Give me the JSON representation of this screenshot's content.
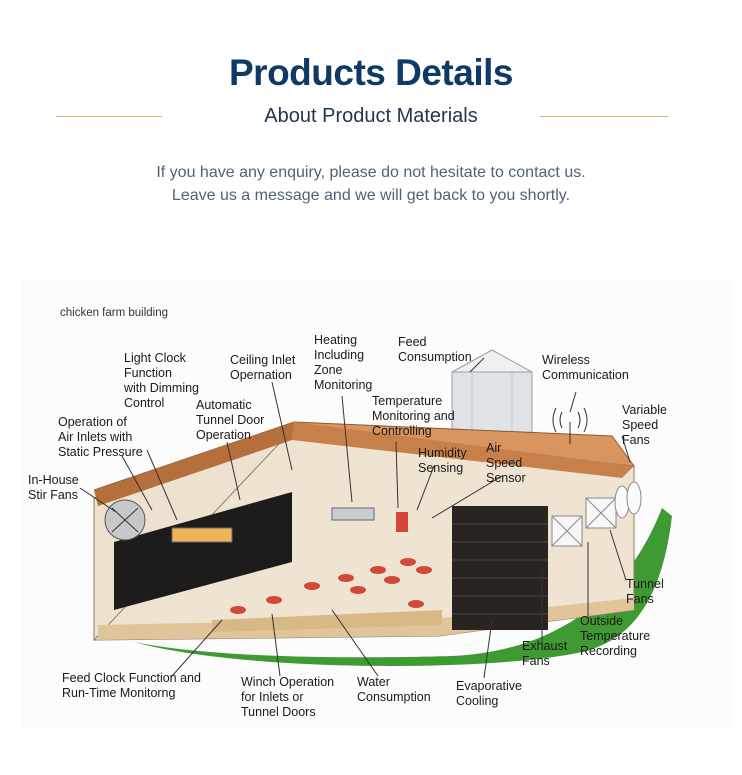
{
  "header": {
    "title": "Products Details",
    "subtitle": "About Product Materials"
  },
  "intro": {
    "line1": "If you have any enquiry, please do not hesitate to contact us.",
    "line2": "Leave us a message and we will get back to you shortly."
  },
  "diagram": {
    "caption": "chicken farm building",
    "labels": {
      "light_clock": [
        "Light Clock",
        "Function",
        "with Dimming",
        "Control"
      ],
      "ceiling_inlet": [
        "Ceiling Inlet",
        "Opernation"
      ],
      "heating": [
        "Heating",
        "Including",
        "Zone",
        "Monitoring"
      ],
      "feed_consumption": [
        "Feed",
        "Consumption"
      ],
      "wireless": [
        "Wireless",
        "Communication"
      ],
      "air_inlets": [
        "Operation of",
        "Air Inlets with",
        "Static Pressure"
      ],
      "tunnel_door": [
        "Automatic",
        "Tunnel Door",
        "Operation"
      ],
      "temperature": [
        "Temperature",
        "Monitoring and",
        "Controlling"
      ],
      "variable_fans": [
        "Variable",
        "Speed",
        "Fans"
      ],
      "humidity": [
        "Humidity",
        "Sensing"
      ],
      "air_speed": [
        "Air",
        "Speed",
        "Sensor"
      ],
      "stir_fans": [
        "In-House",
        "Stir Fans"
      ],
      "tunnel_fans": [
        "Tunnel",
        "Fans"
      ],
      "outside_temp": [
        "Outside",
        "Temperature",
        "Recording"
      ],
      "exhaust_fans": [
        "Exhaust",
        "Fans"
      ],
      "feed_clock": [
        "Feed Clock Function and",
        "Run-Time Monitorng"
      ],
      "winch": [
        "Winch Operation",
        "for Inlets or",
        "Tunnel Doors"
      ],
      "water": [
        "Water",
        "Consumption"
      ],
      "evaporative": [
        "Evaporative",
        "Cooling"
      ]
    },
    "colors": {
      "roof": "#d9955f",
      "curtain": "#1e1b1b",
      "pad": "#2a2420",
      "floor": "#e0c49a",
      "grass": "#3f9a33",
      "wall": "#ede2cf",
      "silo": "#dfe2e6"
    }
  }
}
